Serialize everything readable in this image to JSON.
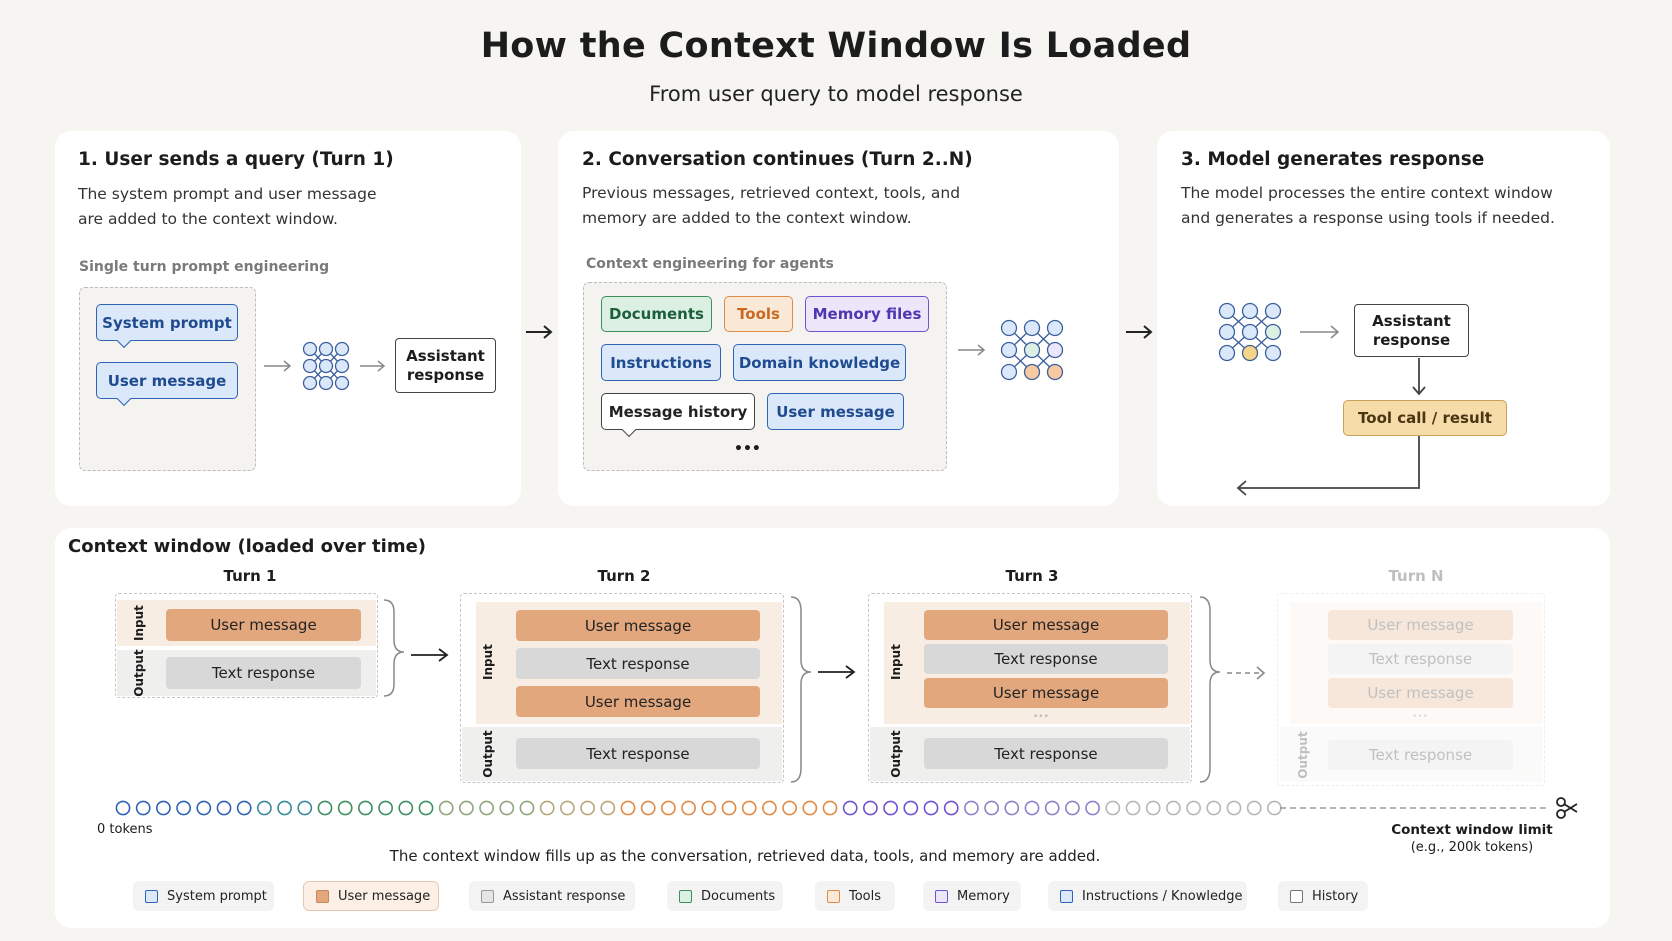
{
  "header": {
    "title": "How the Context Window Is Loaded",
    "subtitle": "From user query to model response"
  },
  "panel1": {
    "title": "1. User sends a query (Turn 1)",
    "desc_line1": "The system prompt and user message",
    "desc_line2": "are added to the context window.",
    "label": "Single turn prompt engineering",
    "system_prompt": "System prompt",
    "user_message": "User message",
    "assistant_line1": "Assistant",
    "assistant_line2": "response"
  },
  "panel2": {
    "title": "2. Conversation continues (Turn 2..N)",
    "desc_line1": "Previous messages, retrieved context, tools, and",
    "desc_line2": "memory are added to the context window.",
    "label": "Context engineering for agents",
    "documents": "Documents",
    "tools": "Tools",
    "memory_files": "Memory files",
    "instructions": "Instructions",
    "domain_knowledge": "Domain knowledge",
    "message_history": "Message history",
    "user_message": "User message",
    "more": "•••"
  },
  "panel3": {
    "title": "3. Model generates response",
    "desc_line1": "The model processes the entire context window",
    "desc_line2": "and generates a response using tools if needed.",
    "assistant_line1": "Assistant",
    "assistant_line2": "response",
    "tool_call": "Tool call / result"
  },
  "context": {
    "title": "Context window (loaded over time)",
    "input_label": "Input",
    "output_label": "Output",
    "turns": [
      {
        "label": "Turn 1",
        "bars": [
          "User message",
          "Text response"
        ]
      },
      {
        "label": "Turn 2",
        "bars": [
          "User message",
          "Text response",
          "User message",
          "Text response"
        ]
      },
      {
        "label": "Turn 3",
        "bars": [
          "User message",
          "Text response",
          "User message",
          "Text response"
        ]
      },
      {
        "label": "Turn N",
        "bars": [
          "User message",
          "Text response",
          "User message",
          "Text response"
        ]
      }
    ],
    "dots_ellipsis": "•••",
    "zero_tokens": "0 tokens",
    "limit_label": "Context window limit",
    "limit_sub": "(e.g., 200k tokens)",
    "caption": "The context window fills up as the conversation, retrieved data, tools, and memory are added."
  },
  "token_dots": {
    "colors": [
      "#2f63b8",
      "#2f63b8",
      "#2f63b8",
      "#2f63b8",
      "#2f63b8",
      "#2f63b8",
      "#2f63b8",
      "#3a8a9a",
      "#3a8a9a",
      "#3a8a9a",
      "#3d8f5f",
      "#3d8f5f",
      "#3d8f5f",
      "#3d8f5f",
      "#3d8f5f",
      "#3d8f5f",
      "#8fa57a",
      "#8fa57a",
      "#8fa57a",
      "#8fa57a",
      "#8fa57a",
      "#b9a77a",
      "#b9a77a",
      "#b9a77a",
      "#b9a77a",
      "#e08a46",
      "#e08a46",
      "#e08a46",
      "#e08a46",
      "#e08a46",
      "#e08a46",
      "#e08a46",
      "#e08a46",
      "#e08a46",
      "#e08a46",
      "#e08a46",
      "#6f53d3",
      "#6f53d3",
      "#6f53d3",
      "#6f53d3",
      "#6f53d3",
      "#6f53d3",
      "#8b84c9",
      "#8b84c9",
      "#8b84c9",
      "#8b84c9",
      "#8b84c9",
      "#8b84c9",
      "#8b84c9",
      "#b7b7b7",
      "#b7b7b7",
      "#b7b7b7",
      "#b7b7b7",
      "#b7b7b7",
      "#b7b7b7",
      "#b7b7b7",
      "#b7b7b7",
      "#b7b7b7"
    ]
  },
  "legend": [
    {
      "label": "System prompt",
      "color": "#2f63b8",
      "fill": "#dbe8fa"
    },
    {
      "label": "User message",
      "color": "#c9865a",
      "fill": "#e3a77e"
    },
    {
      "label": "Assistant response",
      "color": "#9a9a9a",
      "fill": "#e5e5e5"
    },
    {
      "label": "Documents",
      "color": "#3d8f5f",
      "fill": "#dcefe3"
    },
    {
      "label": "Tools",
      "color": "#e08a46",
      "fill": "#fbe9d8"
    },
    {
      "label": "Memory",
      "color": "#6f53d3",
      "fill": "#ece6fb"
    },
    {
      "label": "Instructions / Knowledge",
      "color": "#2f63b8",
      "fill": "#dbe8fa"
    },
    {
      "label": "History",
      "color": "#777777",
      "fill": "#ffffff"
    }
  ]
}
